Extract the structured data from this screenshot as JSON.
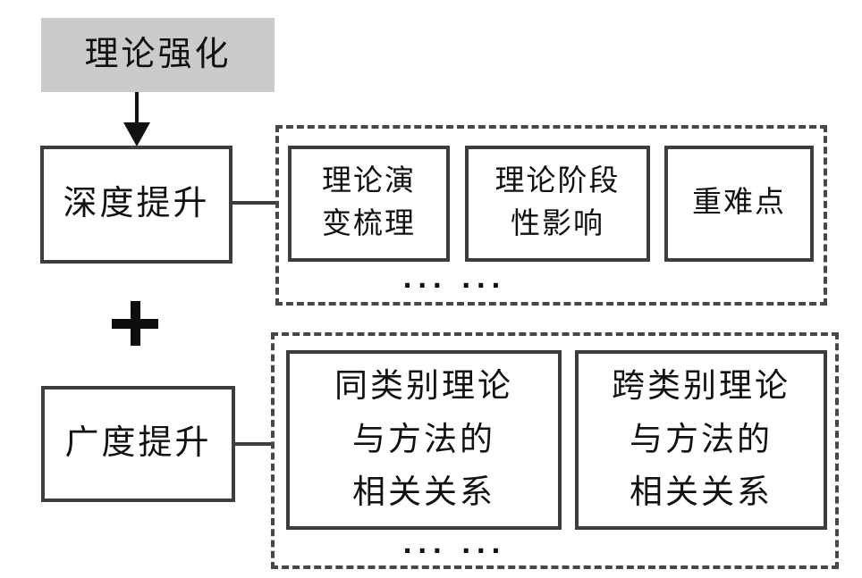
{
  "diagram": {
    "title_node": {
      "label": "理论强化"
    },
    "plus_symbol": "+",
    "depth_node": {
      "label": "深度提升"
    },
    "breadth_node": {
      "label": "广度提升"
    },
    "depth_group": {
      "items": [
        {
          "label": "理论演\n变梳理"
        },
        {
          "label": "理论阶段\n性影响"
        },
        {
          "label": "重难点"
        }
      ],
      "ellipsis": "... ..."
    },
    "breadth_group": {
      "items": [
        {
          "label": "同类别理论\n与方法的\n相关关系"
        },
        {
          "label": "跨类别理论\n与方法的\n相关关系"
        }
      ],
      "ellipsis": "... ..."
    },
    "colors": {
      "gray_fill": "#cbcbcb",
      "box_border": "#3d3d3d",
      "ink": "#111111",
      "background": "#ffffff"
    }
  }
}
